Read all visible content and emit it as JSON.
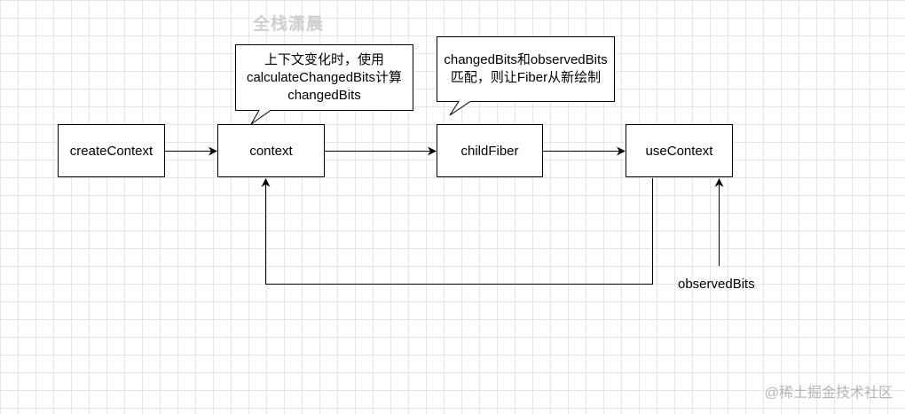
{
  "watermark": {
    "top": "全栈潇晨",
    "bottom": "@稀土掘金技术社区"
  },
  "nodes": {
    "create_context": "createContext",
    "context": "context",
    "child_fiber": "childFiber",
    "use_context": "useContext"
  },
  "callouts": {
    "context_note": {
      "line1": "上下文变化时，使用",
      "line2": "calculateChangedBits计算",
      "line3": "changedBits"
    },
    "fiber_note": {
      "line1": "changedBits和observedBits",
      "line2": "匹配，则让Fiber从新绘制"
    }
  },
  "labels": {
    "observed_bits": "observedBits"
  },
  "colors": {
    "stroke": "#000000",
    "fill": "#ffffff",
    "grid": "#e6e6e6",
    "watermark": "#cfcfcf"
  }
}
